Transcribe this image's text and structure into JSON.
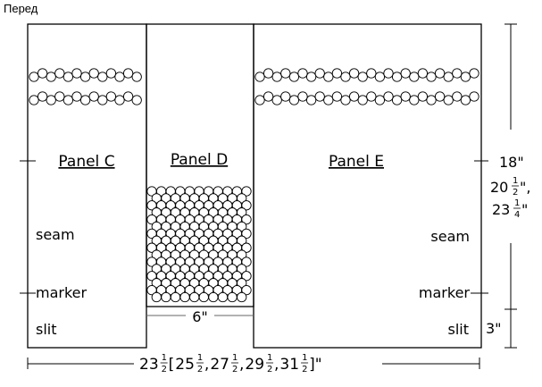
{
  "page": {
    "title": "Перед"
  },
  "panels": {
    "c": {
      "label": "Panel C"
    },
    "d": {
      "label": "Panel D"
    },
    "e": {
      "label": "Panel E"
    }
  },
  "side_labels": {
    "left": {
      "seam": "seam",
      "marker": "marker",
      "slit": "slit"
    },
    "right": {
      "seam": "seam",
      "marker": "marker",
      "slit": "slit"
    }
  },
  "dimensions": {
    "panel_d_width": "6\"",
    "height_main": {
      "line1": "18\"",
      "line2_whole": "20",
      "line2_num": "1",
      "line2_den": "2",
      "line2_tail": "\",",
      "line3_whole": "23",
      "line3_num": "1",
      "line3_den": "4",
      "line3_tail": "\""
    },
    "slit_height": "3\"",
    "total_width": {
      "parts": [
        {
          "whole": "23",
          "num": "1",
          "den": "2",
          "pre": "",
          "post": " ["
        },
        {
          "whole": "25",
          "num": "1",
          "den": "2",
          "pre": "",
          "post": ", "
        },
        {
          "whole": "27",
          "num": "1",
          "den": "2",
          "pre": "",
          "post": ", "
        },
        {
          "whole": "29",
          "num": "1",
          "den": "2",
          "pre": "",
          "post": ", "
        },
        {
          "whole": "31",
          "num": "1",
          "den": "2",
          "pre": "",
          "post": "]\""
        }
      ]
    }
  },
  "colors": {
    "line": "#000000",
    "circle_fill": "#ffffff",
    "dim_line": "#666666"
  }
}
